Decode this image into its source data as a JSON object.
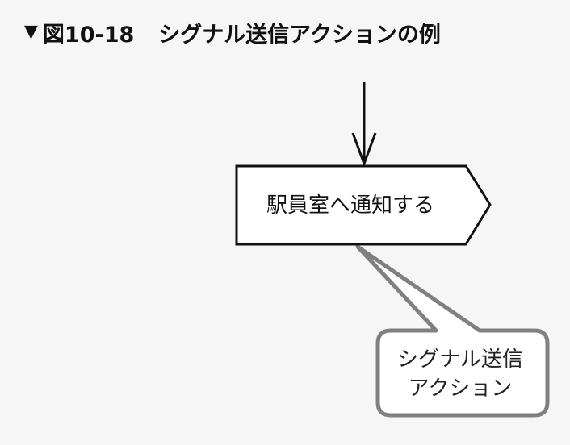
{
  "figure": {
    "marker": "▼",
    "number": "図10-18",
    "title": "シグナル送信アクションの例"
  },
  "diagram": {
    "action_label": "駅員室へ通知する",
    "callout_line1": "シグナル送信",
    "callout_line2": "アクション"
  },
  "colors": {
    "background": "#f6f6f6",
    "stroke": "#111111",
    "callout_border": "#808080"
  }
}
